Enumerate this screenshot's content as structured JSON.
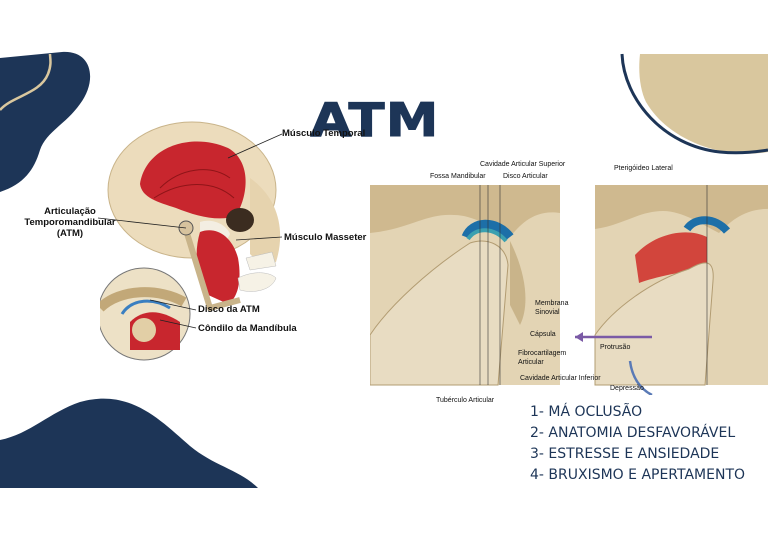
{
  "title": "ATM",
  "colors": {
    "navy": "#1d3557",
    "gold": "#d9c79e",
    "muscle": "#c8262e",
    "bone": "#e9dcc0",
    "disc": "#3a7fc1"
  },
  "skull_figure": {
    "labels": {
      "temporal": "Músculo Temporal",
      "atm_line1": "Articulação",
      "atm_line2": "Temporomandibular",
      "atm_line3": "(ATM)",
      "masseter": "Músculo Masseter",
      "disc": "Disco da ATM",
      "condyle": "Côndilo da Mandíbula"
    }
  },
  "joint_figure": {
    "labels": {
      "sup_cavity": "Cavidade Articular Superior",
      "fossa": "Fossa Mandibular",
      "disc": "Disco Articular",
      "membrane_1": "Membrana",
      "membrane_2": "Sinovial",
      "capsule": "Cápsula",
      "fibro_1": "Fibrocartilagem",
      "fibro_2": "Articular",
      "inf_cavity": "Cavidade Articular Inferior",
      "tubercle": "Tubérculo Articular",
      "pterygoid": "Pterigóideo Lateral",
      "protrusion": "Protrusão",
      "depression": "Depressão"
    }
  },
  "causes": [
    "1- MÁ OCLUSÃO",
    "2- ANATOMIA DESFAVORÁVEL",
    "3- ESTRESSE E ANSIEDADE",
    "4- BRUXISMO E APERTAMENTO"
  ]
}
